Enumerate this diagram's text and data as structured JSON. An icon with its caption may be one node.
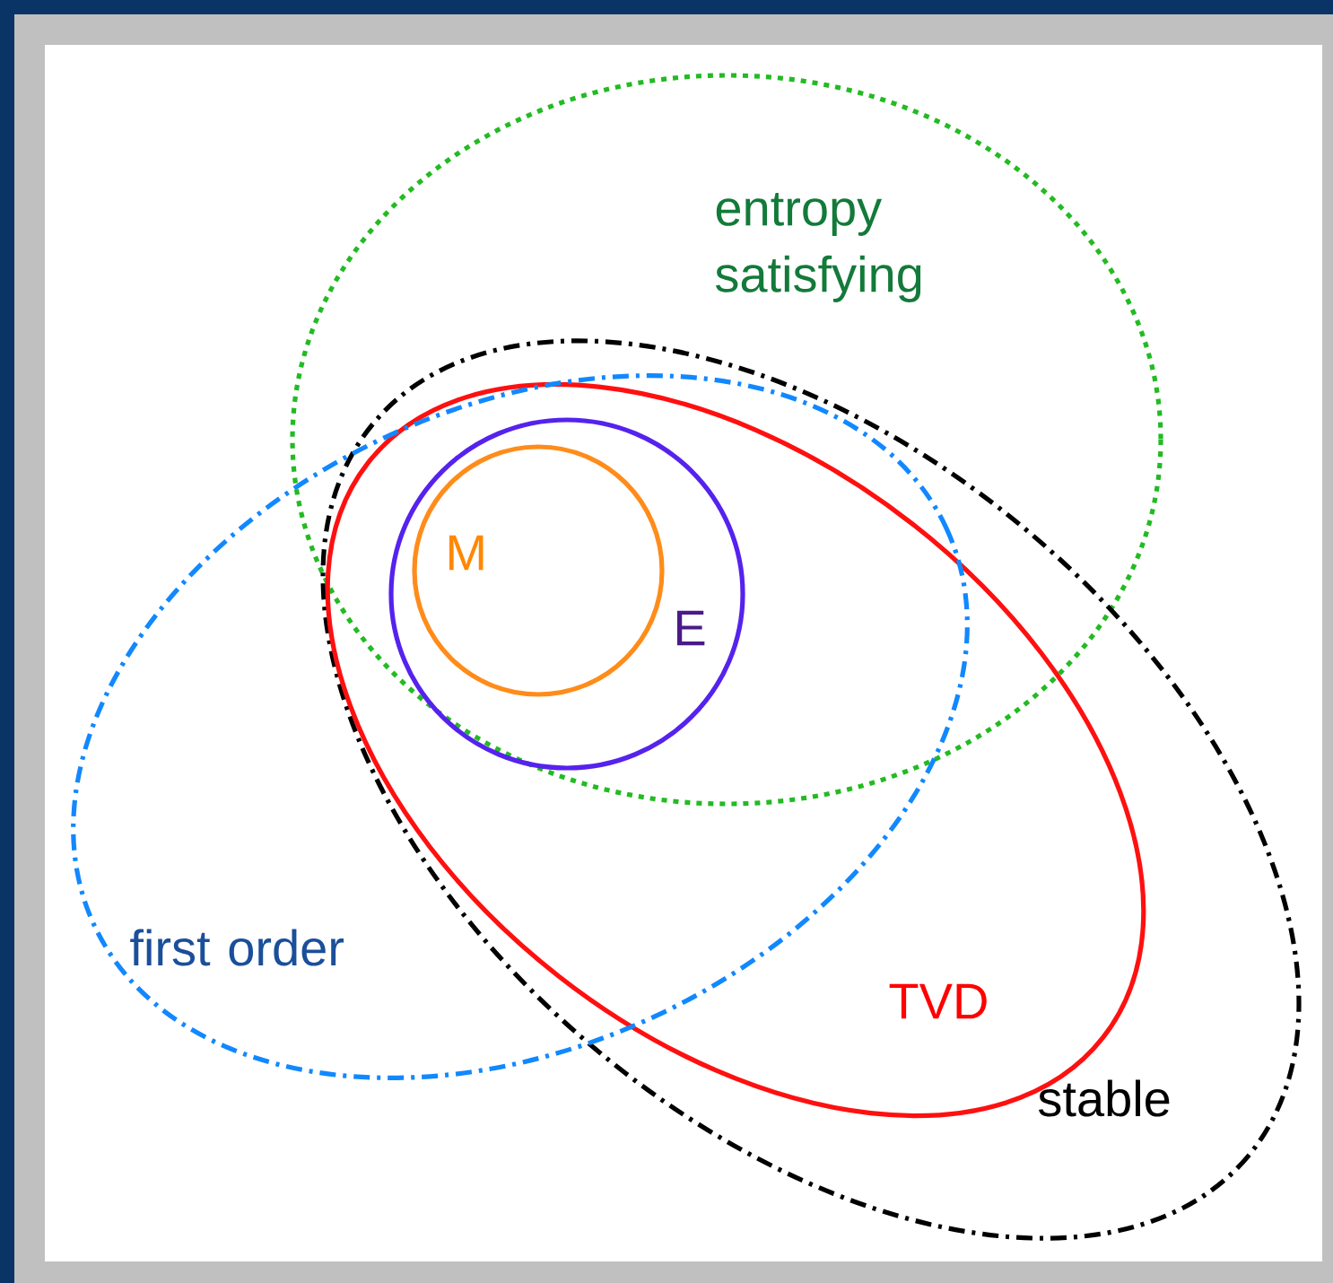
{
  "diagram": {
    "nodes": [
      {
        "text": [
          "entropy satisfying"
        ]
      },
      {
        "text": [
          "stable"
        ]
      },
      {
        "text": [
          "TVD"
        ],
        "in": 1
      },
      {
        "text": [
          "E"
        ]
      },
      {
        "text": [
          "M"
        ],
        "in": 3
      },
      {
        "text": [
          "first order"
        ]
      }
    ]
  }
}
